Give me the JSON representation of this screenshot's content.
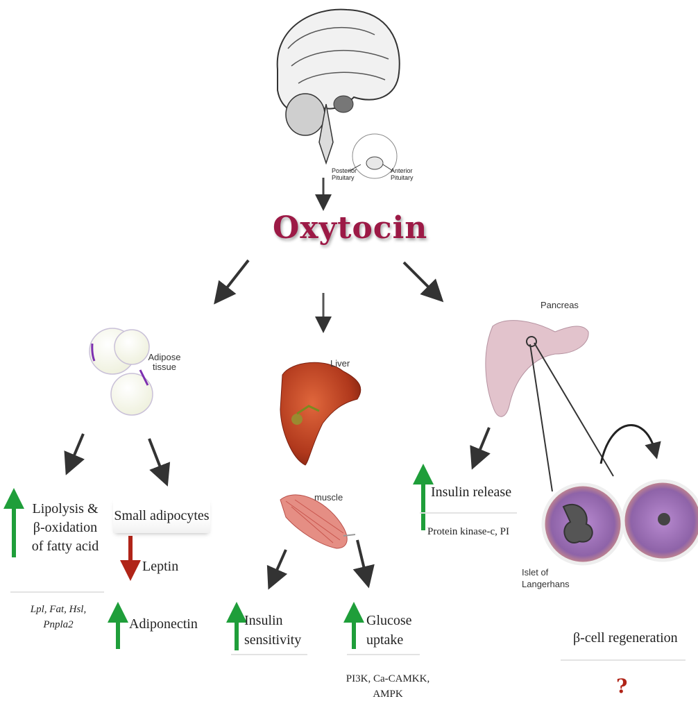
{
  "title": "Oxytocin",
  "brain": {
    "posterior": "Posterior Pituitary",
    "anterior": "Anterior Pituitary"
  },
  "organs": {
    "adipose": "Adipose tissue",
    "liver": "Liver",
    "muscle": "muscle",
    "pancreas": "Pancreas",
    "islet": "Islet of Langerhans"
  },
  "effects": {
    "lipolysis": "Lipolysis & β-oxidation of fatty acid",
    "lipolysis_genes": "Lpl, Fat, Hsl, Pnpla2",
    "small_adipocytes": "Small adipocytes",
    "leptin": "Leptin",
    "adiponectin": "Adiponectin",
    "insulin_sensitivity": "Insulin sensitivity",
    "glucose_uptake": "Glucose uptake",
    "muscle_pathways": "PI3K, Ca-CAMKK, AMPK",
    "insulin_release": "Insulin release",
    "pancreas_pathways": "Protein kinase-c, PI",
    "beta_cell": "β-cell regeneration",
    "unknown": "?"
  },
  "colors": {
    "title": "#9c1a46",
    "up": "#1f9e3a",
    "down": "#b02418",
    "arrow": "#333333"
  }
}
